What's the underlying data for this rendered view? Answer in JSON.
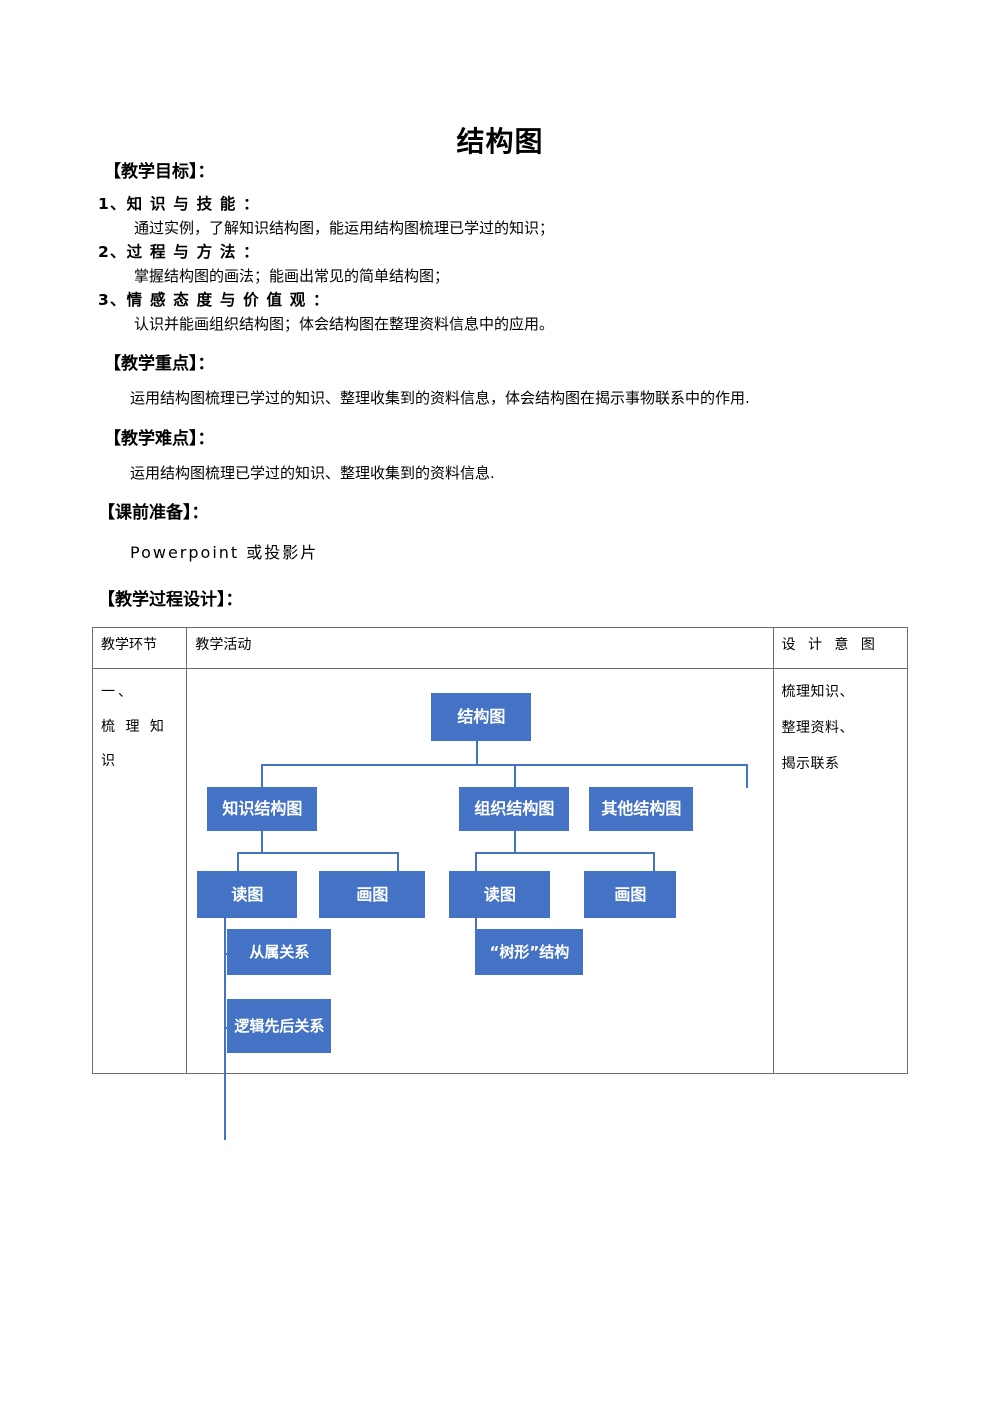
{
  "document": {
    "title": "结构图",
    "sections": [
      {
        "heading": "【教学目标】：",
        "items": [
          {
            "num": "1、知 识 与 技 能 ：",
            "detail": "通过实例，了解知识结构图，能运用结构图梳理已学过的知识；"
          },
          {
            "num": "2、过 程 与 方 法 ：",
            "detail": "掌握结构图的画法；能画出常见的简单结构图；"
          },
          {
            "num": "3、情 感 态 度 与 价 值 观 ：",
            "detail": "认识并能画组织结构图；体会结构图在整理资料信息中的应用。"
          }
        ]
      },
      {
        "heading": "【教学重点】：",
        "paragraph": "运用结构图梳理已学过的知识、整理收集到的资料信息，体会结构图在揭示事物联系中的作用."
      },
      {
        "heading": "【教学难点】：",
        "paragraph": "运用结构图梳理已学过的知识、整理收集到的资料信息."
      },
      {
        "heading": "【课前准备】：",
        "paragraph": "Powerpoint 或投影片"
      },
      {
        "heading": "【教学过程设计】："
      }
    ]
  },
  "table": {
    "headers": {
      "stage": "教学环节",
      "activity": "教学活动",
      "intent": "设 计 意 图"
    },
    "rows": [
      {
        "stage": "一、\n梳 理 知\n识",
        "stage_lines": [
          "一、",
          "梳 理 知",
          "识"
        ],
        "intent_lines": [
          "梳理知识、",
          "整理资料、",
          "揭示联系"
        ]
      }
    ]
  },
  "diagram": {
    "type": "tree",
    "accent_color": "#4472C4",
    "text_color": "#FFFFFF",
    "nodes": {
      "root": "结构图",
      "level2_a": "知识结构图",
      "level2_b": "组织结构图",
      "level2_c": "其他结构图",
      "level3_a1": "读图",
      "level3_a2": "画图",
      "level3_b1": "读图",
      "level3_b2": "画图",
      "level4_a1": "从属关系",
      "level4_a2": "逻辑先后关系",
      "level4_b1": "“树形”结构"
    }
  }
}
